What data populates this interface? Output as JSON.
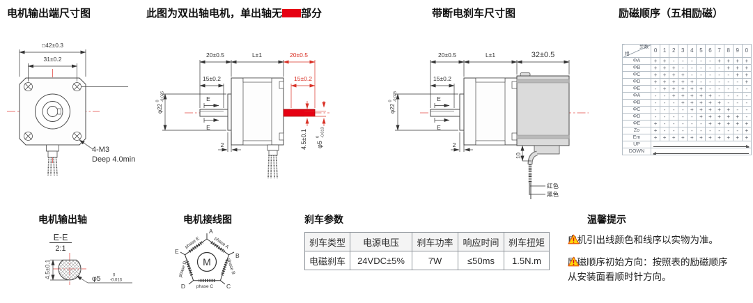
{
  "titles": {
    "front_view": "电机输出端尺寸图",
    "dual_note_pre": "此图为双出轴电机，单出轴无",
    "dual_note_post": "部分",
    "brake_view": "带断电刹车尺寸图",
    "excitation": "励磁顺序（五相励磁）"
  },
  "colors": {
    "accent_red": "#e60012",
    "dim_red": "#d93025",
    "centerline_red": "#e8736f",
    "drawing_line": "#4a4a4a",
    "brake_fill": "#dbdbdb"
  },
  "front_view": {
    "dim_square": "□42±0.3",
    "dim_hole_spacing": "31±0.2",
    "thread_note_line1": "4-M3",
    "thread_note_line2": "Deep 4.0min"
  },
  "side_view": {
    "dim_front_shaft": "20±0.5",
    "dim_body_length": "L±1",
    "dim_rear_shaft": "20±0.5",
    "dim_front_flat": "15±0.2",
    "dim_rear_flat": "15±0.2",
    "dim_pilot": "φ22",
    "pilot_tol_high": "0",
    "pilot_tol_low": "-0.025",
    "section_label": "E",
    "dim_boss": "2",
    "dim_flat_height": "4.5±0.1",
    "dim_shaft_dia": "φ5",
    "shaft_tol_high": "0",
    "shaft_tol_low": "-0.013"
  },
  "brake_view": {
    "dim_front_shaft": "20±0.5",
    "dim_body_length": "L±1",
    "dim_brake_length": "32±0.5",
    "dim_front_flat": "15±0.2",
    "dim_pilot": "φ22",
    "pilot_tol_high": "0",
    "pilot_tol_low": "-0.025",
    "section_label": "E",
    "dim_boss": "2",
    "dim_wire_offset": "10",
    "wire_red_label": "红色",
    "wire_black_label": "黑色"
  },
  "shaft_section": {
    "title": "电机输出轴",
    "section_name": "E-E",
    "scale": "2:1",
    "dim_flat_height": "4.5±0.1",
    "dim_dia": "φ5",
    "dia_tol_high": "0",
    "dia_tol_low": "-0.013"
  },
  "wiring": {
    "title": "电机接线图",
    "motor_symbol": "M",
    "terminals": [
      "A",
      "B",
      "C",
      "D",
      "E"
    ],
    "phase_labels": [
      "phase A",
      "phase B",
      "phase C",
      "phase D",
      "phase E"
    ]
  },
  "brake_params": {
    "title": "刹车参数",
    "headers": [
      "刹车类型",
      "电源电压",
      "刹车功率",
      "响应时间",
      "刹车扭矩"
    ],
    "values": [
      "电磁刹车",
      "24VDC±5%",
      "7W",
      "≤50ms",
      "1.5N.m"
    ]
  },
  "excitation_table": {
    "corner_top": "步数",
    "corner_bottom": "相",
    "steps": [
      "0",
      "1",
      "2",
      "3",
      "4",
      "5",
      "6",
      "7",
      "8",
      "9",
      "0"
    ],
    "rows": [
      {
        "label": "ΦA",
        "values": [
          "+",
          "+",
          "-",
          "-",
          "-",
          "-",
          "-",
          "+",
          "+",
          "+",
          "+"
        ]
      },
      {
        "label": "ΦB",
        "values": [
          "+",
          "+",
          "+",
          "-",
          "-",
          "-",
          "-",
          "-",
          "+",
          "+",
          "+"
        ]
      },
      {
        "label": "ΦC",
        "values": [
          "+",
          "+",
          "+",
          "+",
          "-",
          "-",
          "-",
          "-",
          "-",
          "+",
          "+"
        ]
      },
      {
        "label": "ΦD",
        "values": [
          "+",
          "+",
          "+",
          "+",
          "+",
          "-",
          "-",
          "-",
          "-",
          "-",
          "+"
        ]
      },
      {
        "label": "ΦE",
        "values": [
          "-",
          "+",
          "+",
          "+",
          "+",
          "+",
          "-",
          "-",
          "-",
          "-",
          "-"
        ]
      },
      {
        "label": "ΦA",
        "values": [
          "-",
          "-",
          "+",
          "+",
          "+",
          "+",
          "+",
          "-",
          "-",
          "-",
          "-"
        ]
      },
      {
        "label": "ΦB",
        "values": [
          "-",
          "-",
          "-",
          "+",
          "+",
          "+",
          "+",
          "+",
          "-",
          "-",
          "-"
        ]
      },
      {
        "label": "ΦC",
        "values": [
          "-",
          "-",
          "-",
          "-",
          "+",
          "+",
          "+",
          "+",
          "+",
          "-",
          "-"
        ]
      },
      {
        "label": "ΦD",
        "values": [
          "-",
          "-",
          "-",
          "-",
          "-",
          "+",
          "+",
          "+",
          "+",
          "+",
          "-"
        ]
      },
      {
        "label": "ΦE",
        "values": [
          "+",
          "-",
          "-",
          "-",
          "-",
          "-",
          "+",
          "+",
          "+",
          "+",
          "+"
        ]
      },
      {
        "label": "Zo",
        "values": [
          "+",
          "-",
          "-",
          "-",
          "-",
          "-",
          "-",
          "-",
          "-",
          "-",
          "+"
        ]
      },
      {
        "label": "Em",
        "values": [
          "+",
          "+",
          "+",
          "+",
          "+",
          "+",
          "+",
          "+",
          "+",
          "+",
          "+"
        ]
      }
    ],
    "up_label": "UP",
    "down_label": "DOWN"
  },
  "tips": {
    "title": "温馨提示",
    "items": [
      "电机引出线颜色和线序以实物为准。",
      "励磁顺序初始方向：按照表的励磁顺序\n从安装面看顺时针方向。"
    ]
  }
}
